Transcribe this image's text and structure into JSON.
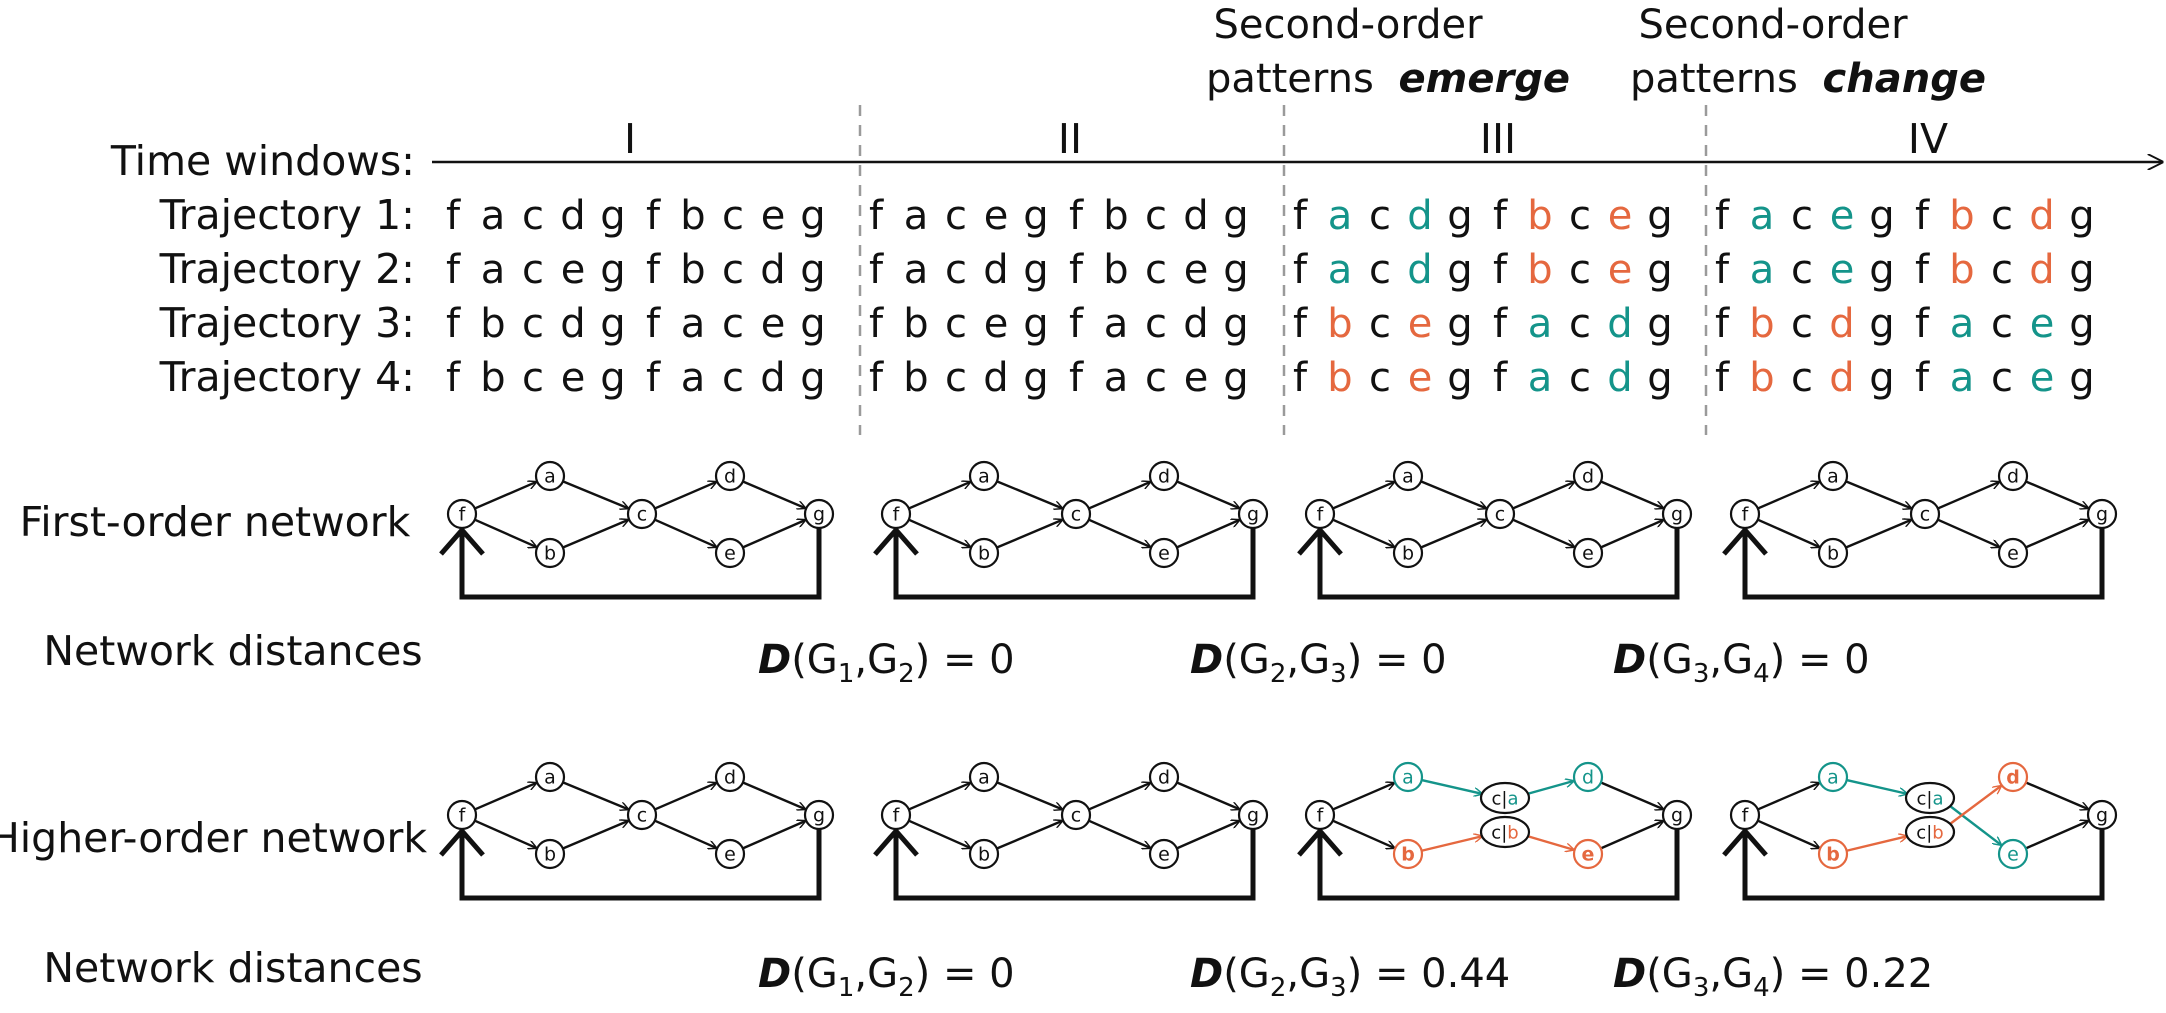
{
  "time_axis_label": "Time windows:",
  "windows": [
    {
      "numeral": "I",
      "header": []
    },
    {
      "numeral": "II",
      "header": []
    },
    {
      "numeral": "III",
      "header": [
        "Second-order",
        "patterns",
        "emerge"
      ]
    },
    {
      "numeral": "IV",
      "header": [
        "Second-order",
        "patterns",
        "change"
      ]
    }
  ],
  "trajectories": [
    {
      "label": "Trajectory 1:",
      "windows": [
        "facdgfbceg",
        "facegfbcdg",
        {
          "letters": "facdgfbceg",
          "colors": "-t-t--o-o-"
        },
        {
          "letters": "facegfbcdg",
          "colors": "-t-t--o-o-"
        }
      ]
    },
    {
      "label": "Trajectory 2:",
      "windows": [
        "facegfbcdg",
        "facdgfbceg",
        {
          "letters": "facdgfbceg",
          "colors": "-t-t--o-o-"
        },
        {
          "letters": "facegfbcdg",
          "colors": "-t-t--o-o-"
        }
      ]
    },
    {
      "label": "Trajectory 3:",
      "windows": [
        "fbcdgfaceg",
        "fbcegfacdg",
        {
          "letters": "fbcegfacdg",
          "colors": "-o-o--t-t-"
        },
        {
          "letters": "fbcdgfaceg",
          "colors": "-o-o--t-t-"
        }
      ]
    },
    {
      "label": "Trajectory 4:",
      "windows": [
        "fbcegfacdg",
        "fbcdgfaceg",
        {
          "letters": "fbcegfacdg",
          "colors": "-o-o--t-t-"
        },
        {
          "letters": "fbcdgfaceg",
          "colors": "-o-o--t-t-"
        }
      ]
    }
  ],
  "first_order": {
    "label": "First-order network",
    "node_labels": [
      "f",
      "a",
      "b",
      "c",
      "d",
      "e",
      "g"
    ],
    "distances_label": "Network distances",
    "distances": [
      {
        "symbol": "D",
        "open": "(G",
        "s1": "1",
        "mid": ",G",
        "s2": "2",
        "rest": ") = 0"
      },
      {
        "symbol": "D",
        "open": "(G",
        "s1": "2",
        "mid": ",G",
        "s2": "3",
        "rest": ") = 0"
      },
      {
        "symbol": "D",
        "open": "(G",
        "s1": "3",
        "mid": ",G",
        "s2": "4",
        "rest": ") = 0"
      }
    ]
  },
  "higher_order": {
    "label": "Higher-order network",
    "memory_nodes": [
      {
        "left": "c",
        "sep": "|",
        "right": "a"
      },
      {
        "left": "c",
        "sep": "|",
        "right": "b"
      }
    ],
    "distances_label": "Network distances",
    "distances": [
      {
        "symbol": "D",
        "open": "(G",
        "s1": "1",
        "mid": ",G",
        "s2": "2",
        "rest": ") = 0"
      },
      {
        "symbol": "D",
        "open": "(G",
        "s1": "2",
        "mid": ",G",
        "s2": "3",
        "rest": ") = 0.44"
      },
      {
        "symbol": "D",
        "open": "(G",
        "s1": "3",
        "mid": ",G",
        "s2": "4",
        "rest": ") = 0.22"
      }
    ]
  },
  "colors": {
    "text": "#111111",
    "teal": "#14948a",
    "orange": "#e5683f",
    "divider": "#9a9a9a"
  }
}
